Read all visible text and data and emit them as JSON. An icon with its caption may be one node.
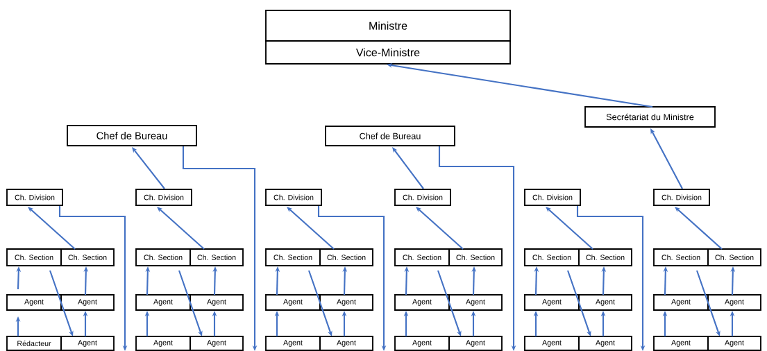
{
  "diagram": {
    "nodes": [
      {
        "text": [
          "Ministre"
        ]
      },
      {
        "text": [
          "Vice-Ministre"
        ]
      },
      {
        "text": [
          "Secrétariat du Ministre"
        ]
      },
      {
        "text": [
          "Chef de Bureau"
        ]
      },
      {
        "text": [
          "Chef de Bureau"
        ]
      },
      {
        "text": [
          "Ch. Division"
        ]
      },
      {
        "text": [
          "Ch. Section"
        ]
      },
      {
        "text": [
          "Ch. Section"
        ]
      },
      {
        "text": [
          "Agent"
        ]
      },
      {
        "text": [
          "Agent"
        ]
      },
      {
        "text": [
          "Rédacteur"
        ]
      },
      {
        "text": [
          "Agent"
        ]
      },
      {
        "text": [
          "Ch. Division"
        ]
      },
      {
        "text": [
          "Ch. Section"
        ]
      },
      {
        "text": [
          "Ch. Section"
        ]
      },
      {
        "text": [
          "Agent"
        ]
      },
      {
        "text": [
          "Agent"
        ]
      },
      {
        "text": [
          "Agent"
        ]
      },
      {
        "text": [
          "Agent"
        ]
      },
      {
        "text": [
          "Ch. Division"
        ]
      },
      {
        "text": [
          "Ch. Section"
        ]
      },
      {
        "text": [
          "Ch. Section"
        ]
      },
      {
        "text": [
          "Agent"
        ]
      },
      {
        "text": [
          "Agent"
        ]
      },
      {
        "text": [
          "Agent"
        ]
      },
      {
        "text": [
          "Agent"
        ]
      },
      {
        "text": [
          "Ch. Division"
        ]
      },
      {
        "text": [
          "Ch. Section"
        ]
      },
      {
        "text": [
          "Ch. Section"
        ]
      },
      {
        "text": [
          "Agent"
        ]
      },
      {
        "text": [
          "Agent"
        ]
      },
      {
        "text": [
          "Agent"
        ]
      },
      {
        "text": [
          "Agent"
        ]
      },
      {
        "text": [
          "Ch. Division"
        ]
      },
      {
        "text": [
          "Ch. Section"
        ]
      },
      {
        "text": [
          "Ch. Section"
        ]
      },
      {
        "text": [
          "Agent"
        ]
      },
      {
        "text": [
          "Agent"
        ]
      },
      {
        "text": [
          "Agent"
        ]
      },
      {
        "text": [
          "Agent"
        ]
      },
      {
        "text": [
          "Ch. Division"
        ]
      },
      {
        "text": [
          "Ch. Section"
        ]
      },
      {
        "text": [
          "Ch. Section"
        ]
      },
      {
        "text": [
          "Agent"
        ]
      },
      {
        "text": [
          "Agent"
        ]
      },
      {
        "text": [
          "Agent"
        ]
      },
      {
        "text": [
          "Agent"
        ]
      }
    ],
    "edges": [
      {
        "from": 2,
        "to": 1,
        "arrow": "to"
      },
      {
        "from": 3,
        "to": null,
        "arrow": "to"
      },
      {
        "from": 4,
        "to": null,
        "arrow": "to"
      },
      {
        "from": 7,
        "to": 5,
        "arrow": "to"
      },
      {
        "from": 5,
        "to": null,
        "arrow": "to"
      },
      {
        "from": 8,
        "to": 6,
        "arrow": "to"
      },
      {
        "from": 10,
        "to": 8,
        "arrow": "to"
      },
      {
        "from": 6,
        "to": 11,
        "arrow": "to"
      },
      {
        "from": 9,
        "to": 7,
        "arrow": "to"
      },
      {
        "from": 11,
        "to": 9,
        "arrow": "to"
      },
      {
        "from": 14,
        "to": 12,
        "arrow": "to"
      },
      {
        "from": 12,
        "to": 3,
        "arrow": "to"
      },
      {
        "from": 15,
        "to": 13,
        "arrow": "to"
      },
      {
        "from": 17,
        "to": 15,
        "arrow": "to"
      },
      {
        "from": 13,
        "to": 18,
        "arrow": "to"
      },
      {
        "from": 16,
        "to": 14,
        "arrow": "to"
      },
      {
        "from": 18,
        "to": 16,
        "arrow": "to"
      },
      {
        "from": 21,
        "to": 19,
        "arrow": "to"
      },
      {
        "from": 19,
        "to": null,
        "arrow": "to"
      },
      {
        "from": 22,
        "to": 20,
        "arrow": "to"
      },
      {
        "from": 24,
        "to": 22,
        "arrow": "to"
      },
      {
        "from": 20,
        "to": 25,
        "arrow": "to"
      },
      {
        "from": 23,
        "to": 21,
        "arrow": "to"
      },
      {
        "from": 25,
        "to": 23,
        "arrow": "to"
      },
      {
        "from": 28,
        "to": 26,
        "arrow": "to"
      },
      {
        "from": 26,
        "to": 4,
        "arrow": "to"
      },
      {
        "from": 29,
        "to": 27,
        "arrow": "to"
      },
      {
        "from": 31,
        "to": 29,
        "arrow": "to"
      },
      {
        "from": 27,
        "to": 32,
        "arrow": "to"
      },
      {
        "from": 30,
        "to": 28,
        "arrow": "to"
      },
      {
        "from": 32,
        "to": 30,
        "arrow": "to"
      },
      {
        "from": 35,
        "to": 33,
        "arrow": "to"
      },
      {
        "from": 33,
        "to": null,
        "arrow": "to"
      },
      {
        "from": 36,
        "to": 34,
        "arrow": "to"
      },
      {
        "from": 38,
        "to": 36,
        "arrow": "to"
      },
      {
        "from": 34,
        "to": 39,
        "arrow": "to"
      },
      {
        "from": 37,
        "to": 35,
        "arrow": "to"
      },
      {
        "from": 39,
        "to": 37,
        "arrow": "to"
      },
      {
        "from": 42,
        "to": 40,
        "arrow": "to"
      },
      {
        "from": 40,
        "to": 2,
        "arrow": "to"
      },
      {
        "from": 43,
        "to": 41,
        "arrow": "to"
      },
      {
        "from": 45,
        "to": 43,
        "arrow": "to"
      },
      {
        "from": 41,
        "to": 46,
        "arrow": "to"
      },
      {
        "from": 44,
        "to": 42,
        "arrow": "to"
      },
      {
        "from": 46,
        "to": 44,
        "arrow": "to"
      }
    ]
  }
}
